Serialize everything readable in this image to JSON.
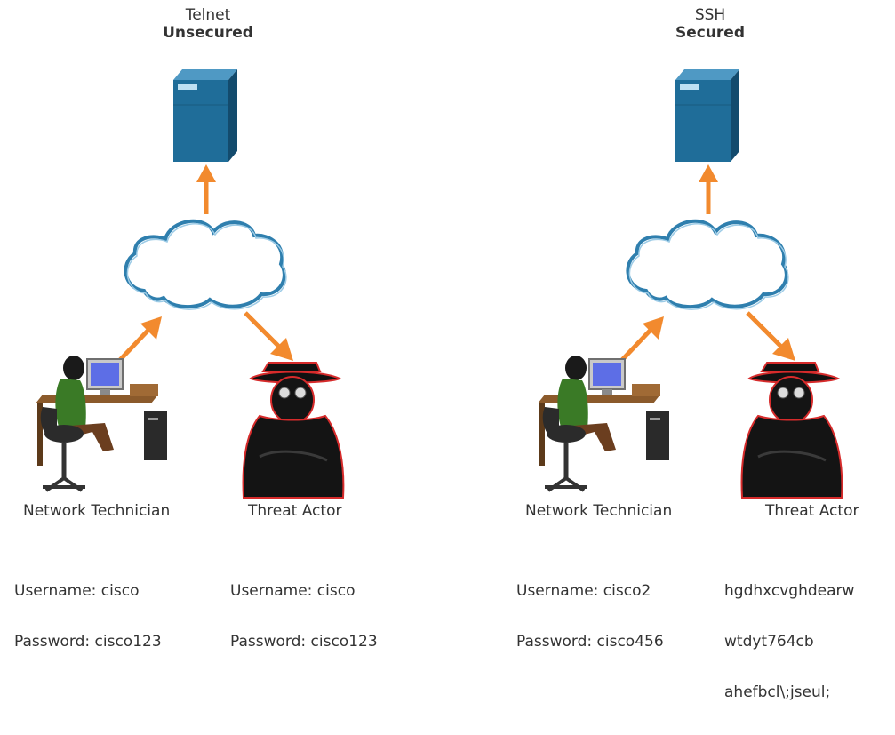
{
  "panels": [
    {
      "protocol": "Telnet",
      "security": "Unsecured",
      "technician_label": "Network Technician",
      "actor_label": "Threat Actor",
      "technician_creds": [
        "Username: cisco",
        "Password: cisco123"
      ],
      "actor_view": [
        "Username: cisco",
        "Password: cisco123"
      ]
    },
    {
      "protocol": "SSH",
      "security": "Secured",
      "technician_label": "Network Technician",
      "actor_label": "Threat Actor",
      "technician_creds": [
        "Username: cisco2",
        "Password: cisco456"
      ],
      "actor_view": [
        "hgdhxcvghdearw",
        "wtdyt764cb",
        "ahefbcl\\;jseul;"
      ]
    }
  ],
  "colors": {
    "server": "#1f6d99",
    "cloud_outline": "#2f7fae",
    "arrow": "#f28a2e",
    "threat_outline": "#d62b2b"
  }
}
